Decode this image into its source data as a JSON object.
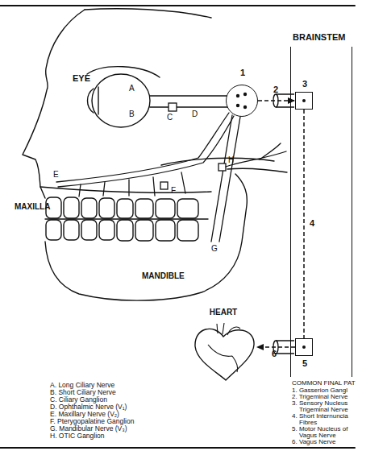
{
  "diagram": {
    "nodes": [
      {
        "text": [
          "1"
        ]
      },
      {
        "text": [
          "BRAINSTEM"
        ]
      },
      {
        "text": [
          "3"
        ],
        "in": 1
      },
      {
        "text": [
          "5"
        ],
        "in": 1
      },
      {
        "text": [
          "HEART"
        ]
      }
    ],
    "edges": [
      {
        "from": 0,
        "to": 2,
        "label": "2",
        "arrow": "to"
      },
      {
        "from": 2,
        "to": 3,
        "label": "4",
        "arrow": "none"
      },
      {
        "from": 3,
        "to": 4,
        "label": "6",
        "arrow": "to"
      }
    ],
    "labels": [
      "EYE",
      "A",
      "B",
      "C",
      "D",
      "E",
      "F",
      "G",
      "H",
      "MAXILLA",
      "MANDIBLE",
      "A. Long Ciliary Nerve",
      "B. Short Ciliary Nerve",
      "C. Ciliary Ganglion",
      "D. Ophthalmic Nerve (V₁)",
      "E. Maxillary Nerve (V₂)",
      "F. Pterygopalatine Ganglion",
      "G. Mandibular Nerve (V₃)",
      "H. OTIC Ganglion",
      "COMMON FINAL PAT",
      "1. Gasserion Gangl",
      "2. Trigeminal Nerve",
      "3. Sensory Nucleus Trigeminal Nerve",
      "4. Short Internuncia Fibres",
      "5. Motor Nucleus of Vagus Nerve",
      "6. Vagus Nerve"
    ]
  }
}
